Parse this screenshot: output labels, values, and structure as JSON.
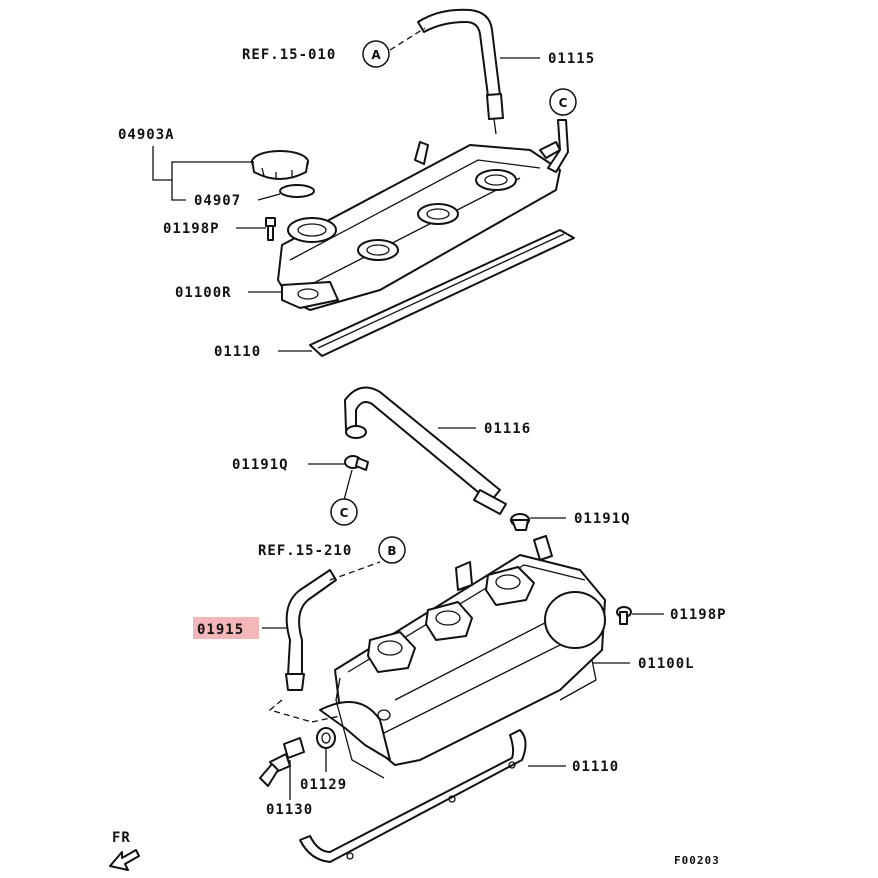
{
  "labels": {
    "ref_a": "REF.15-010",
    "p01115": "01115",
    "p04903a": "04903A",
    "p04907": "04907",
    "p01198p_top": "01198P",
    "p01100r": "01100R",
    "p01110_top": "01110",
    "p01116": "01116",
    "p01191q_left": "01191Q",
    "p01191q_right": "01191Q",
    "ref_b": "REF.15-210",
    "p01915": "01915",
    "p01198p_right": "01198P",
    "p01100l": "01100L",
    "p01110_bottom": "01110",
    "p01129": "01129",
    "p01130": "01130",
    "fr": "FR",
    "figure_code": "F00203"
  },
  "callouts": {
    "a": "A",
    "b": "B",
    "c_top": "C",
    "c_mid": "C"
  },
  "colors": {
    "line": "#111111",
    "highlight": "#f3b7b7"
  }
}
